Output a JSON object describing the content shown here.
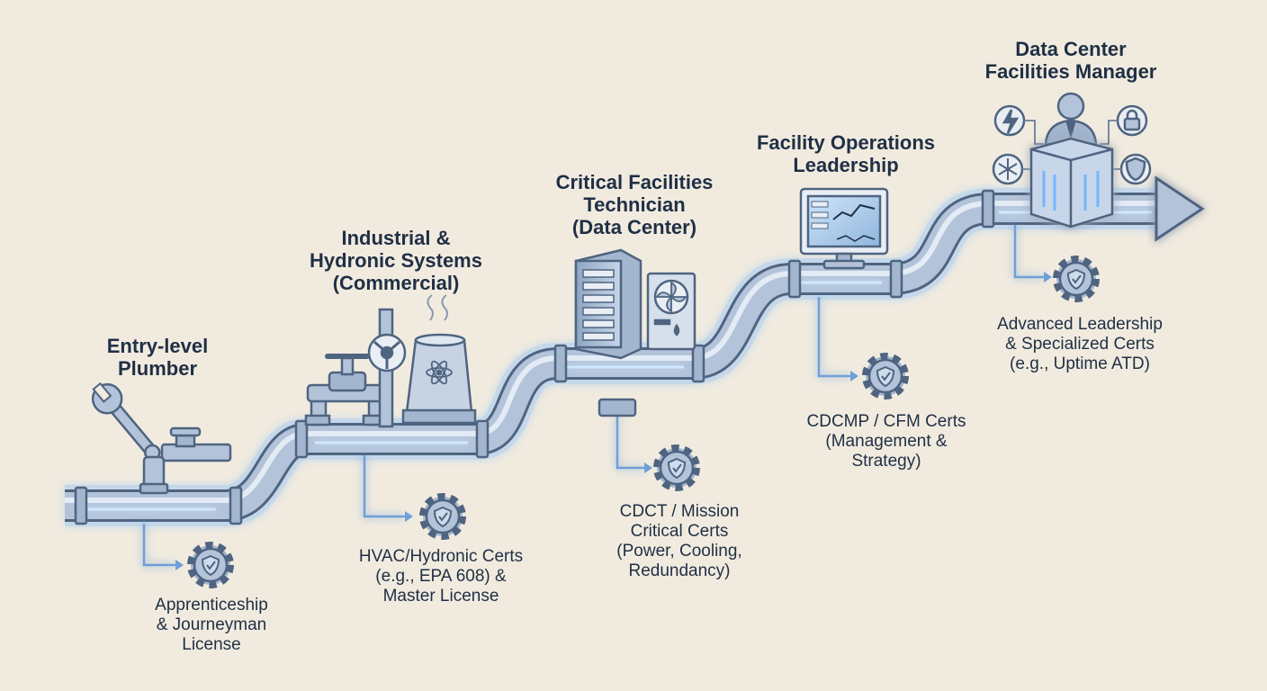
{
  "stages": [
    {
      "title": "Entry-level\nPlumber",
      "cert": "Apprenticeship\n& Journeyman\nLicense"
    },
    {
      "title": "Industrial &\nHydronic Systems\n(Commercial)",
      "cert": "HVAC/Hydronic Certs\n(e.g., EPA 608) &\nMaster License"
    },
    {
      "title": "Critical Facilities\nTechnician\n(Data Center)",
      "cert": "CDCT / Mission\nCritical Certs\n(Power, Cooling,\nRedundancy)"
    },
    {
      "title": "Facility Operations\nLeadership",
      "cert": "CDCMP / CFM Certs\n(Management &\nStrategy)"
    },
    {
      "title": "Data Center\nFacilities Manager",
      "cert": "Advanced Leadership\n& Specialized Certs\n(e.g., Uptime ATD)"
    }
  ],
  "colors": {
    "background": "#f1ebdf",
    "pipe": "#b3c3d9",
    "pipe_outline": "#4f6480",
    "glow": "#74b7ff",
    "text": "#1f2f45"
  },
  "icons": [
    "wrench-icon",
    "faucet-icon",
    "valve-icon",
    "gauge-icon",
    "cooling-tower-icon",
    "atom-icon",
    "server-rack-icon",
    "ac-unit-icon",
    "fan-icon",
    "monitor-icon",
    "manager-icon",
    "lightning-icon",
    "snowflake-icon",
    "lock-icon",
    "shield-icon",
    "server-cluster-icon",
    "gear-shield-icon"
  ]
}
